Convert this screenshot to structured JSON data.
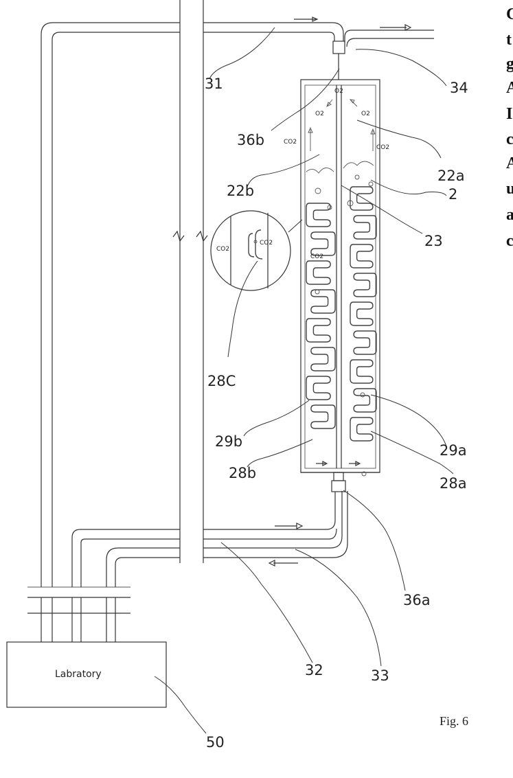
{
  "figure": {
    "caption": "Fig. 6",
    "laboratory_label": "Labratory",
    "ref_labels": {
      "r31": "31",
      "r34": "34",
      "r36b": "36b",
      "r22a": "22a",
      "r22b": "22b",
      "r2": "2",
      "r23": "23",
      "r28c": "28C",
      "r29a": "29a",
      "r29b": "29b",
      "r28a": "28a",
      "r28b": "28b",
      "r36a": "36a",
      "r32": "32",
      "r33": "33",
      "r50": "50"
    },
    "gas_labels": {
      "o2_top": "O2",
      "o2_left": "O2",
      "o2_right": "O2",
      "co2_left": "CO2",
      "co2_right": "CO2",
      "co2_mid": "CO2",
      "co2_inset_a": "CO2",
      "co2_inset_b": "CO2"
    },
    "cropped_text_edge": [
      "C",
      "t",
      "g",
      "A",
      "I",
      "c",
      "A",
      "u",
      "a",
      "c"
    ]
  }
}
